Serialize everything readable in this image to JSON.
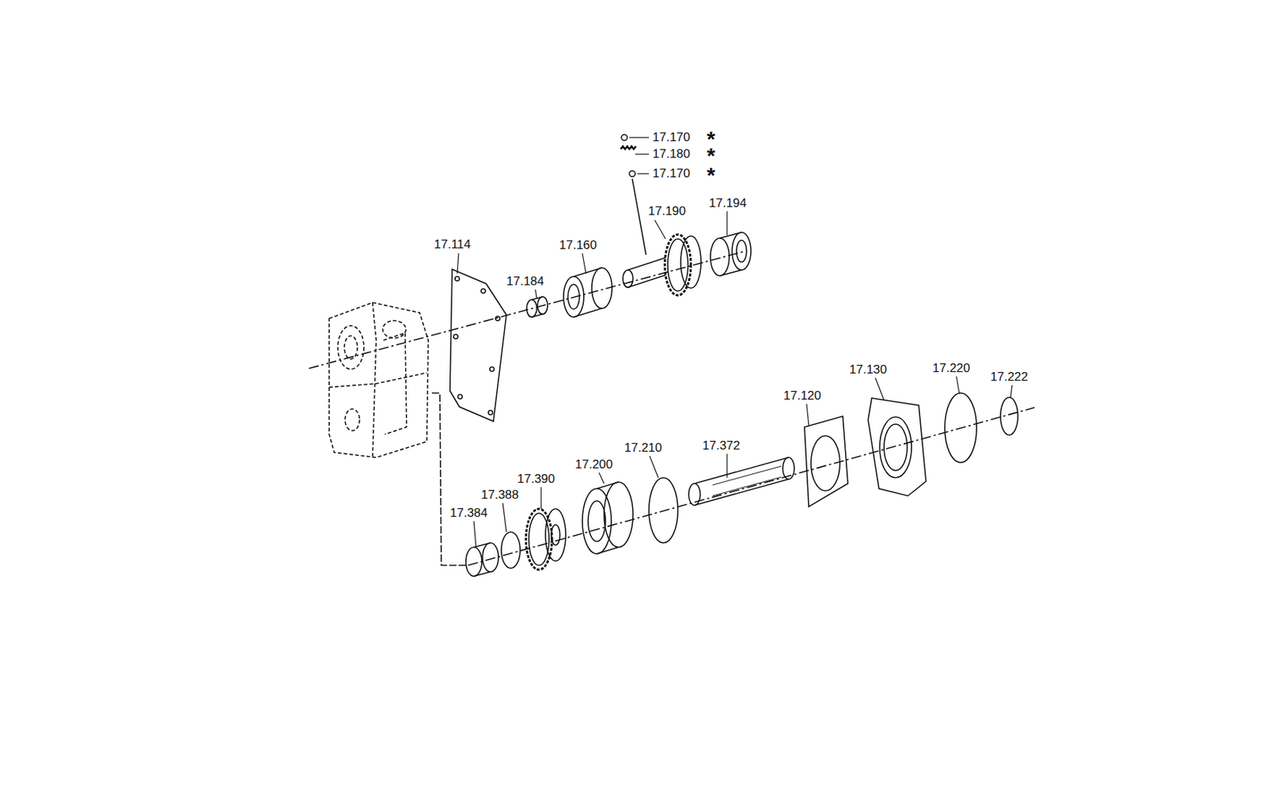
{
  "diagram": {
    "labels": [
      "17.170",
      "17.180",
      "17.170",
      "17.190",
      "17.194",
      "17.114",
      "17.160",
      "17.184",
      "17.130",
      "17.220",
      "17.222",
      "17.120",
      "17.372",
      "17.210",
      "17.200",
      "17.390",
      "17.388",
      "17.384",
      "*",
      "*",
      "*"
    ]
  }
}
